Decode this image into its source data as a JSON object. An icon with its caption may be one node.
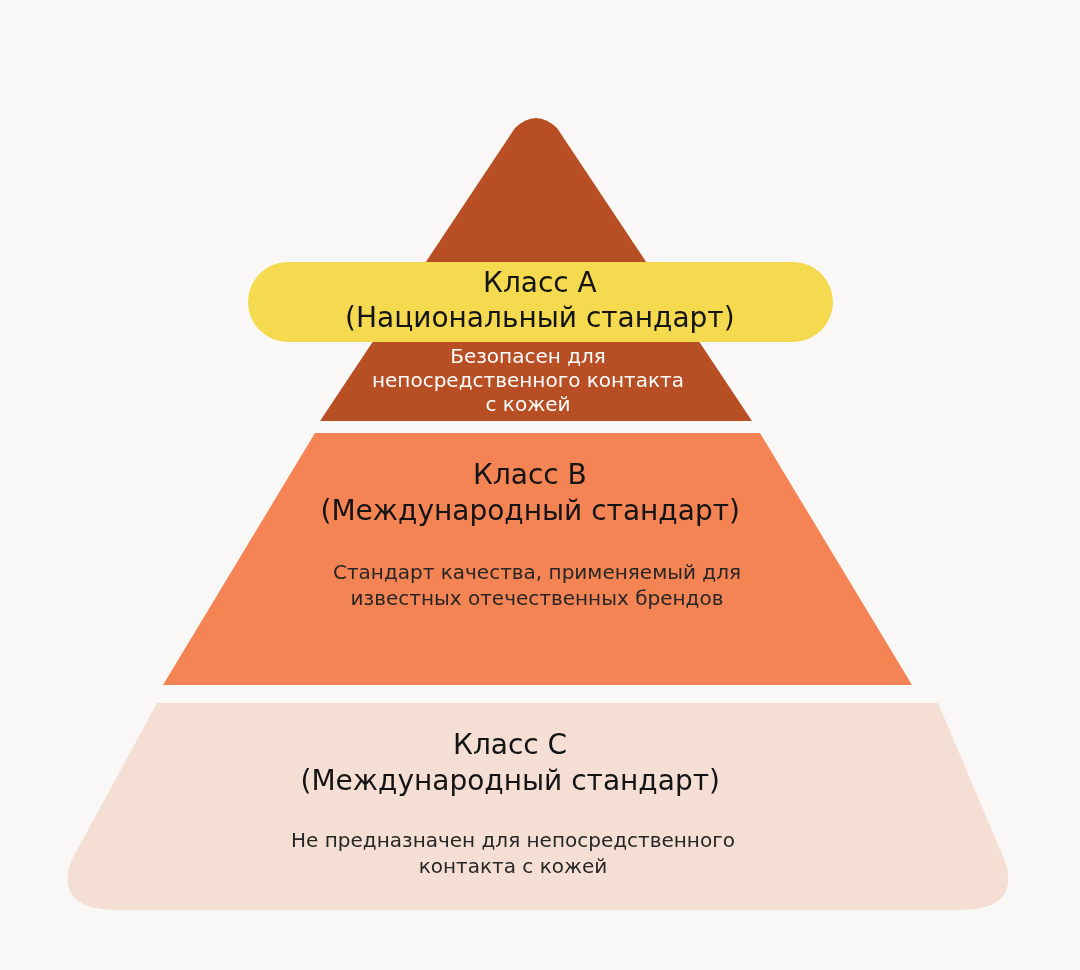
{
  "diagram": {
    "nodes": [
      {
        "text": [
          "Класс A",
          "(Национальный стандарт)",
          "Безопасен для непосредственного контакта с кожей"
        ]
      },
      {
        "text": [
          "Класс B",
          "(Международный стандарт)",
          "Стандарт качества, применяемый для известных отечественных брендов"
        ]
      },
      {
        "text": [
          "Класс C",
          "(Международный стандарт)",
          "Не предназначен для непосредственного контакта с кожей"
        ]
      }
    ],
    "edges": []
  }
}
